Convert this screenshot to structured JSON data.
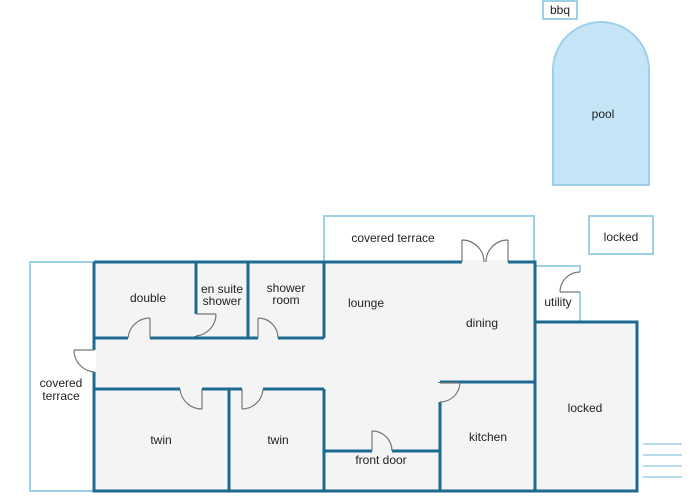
{
  "plan": {
    "rooms": {
      "bbq": "bbq",
      "pool": "pool",
      "locked_top": "locked",
      "covered_terrace_top": "covered terrace",
      "double": "double",
      "en_suite_1": "en suite",
      "en_suite_2": "shower",
      "shower_room_1": "shower",
      "shower_room_2": "room",
      "lounge": "lounge",
      "dining": "dining",
      "utility": "utility",
      "covered_terrace_left_1": "covered",
      "covered_terrace_left_2": "terrace",
      "twin_left": "twin",
      "twin_right": "twin",
      "front_door": "front door",
      "kitchen": "kitchen",
      "locked_main": "locked"
    },
    "colors": {
      "wall": "#1d6a90",
      "light_wall": "#9fd0ea",
      "pool_fill": "#c5e4f5",
      "floor": "#f4f4f4"
    }
  }
}
